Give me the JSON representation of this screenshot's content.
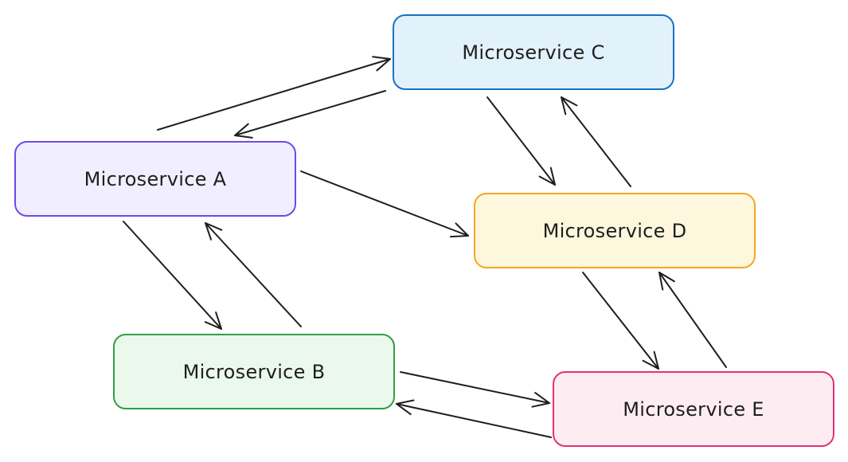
{
  "diagram": {
    "nodes": [
      {
        "id": "a",
        "label": "Microservice A",
        "stroke": "#7048e8",
        "fill": "#f1efff"
      },
      {
        "id": "b",
        "label": "Microservice B",
        "stroke": "#2f9e44",
        "fill": "#ebf8ec"
      },
      {
        "id": "c",
        "label": "Microservice C",
        "stroke": "#1971c2",
        "fill": "#e2f2fb"
      },
      {
        "id": "d",
        "label": "Microservice D",
        "stroke": "#f5a623",
        "fill": "#fdf7dd"
      },
      {
        "id": "e",
        "label": "Microservice E",
        "stroke": "#e03178",
        "fill": "#fdedf3"
      }
    ],
    "edges": [
      {
        "from": "a",
        "to": "c"
      },
      {
        "from": "c",
        "to": "a"
      },
      {
        "from": "a",
        "to": "d"
      },
      {
        "from": "a",
        "to": "b"
      },
      {
        "from": "b",
        "to": "a"
      },
      {
        "from": "c",
        "to": "d"
      },
      {
        "from": "d",
        "to": "c"
      },
      {
        "from": "d",
        "to": "e"
      },
      {
        "from": "e",
        "to": "d"
      },
      {
        "from": "b",
        "to": "e"
      },
      {
        "from": "e",
        "to": "b"
      }
    ]
  }
}
